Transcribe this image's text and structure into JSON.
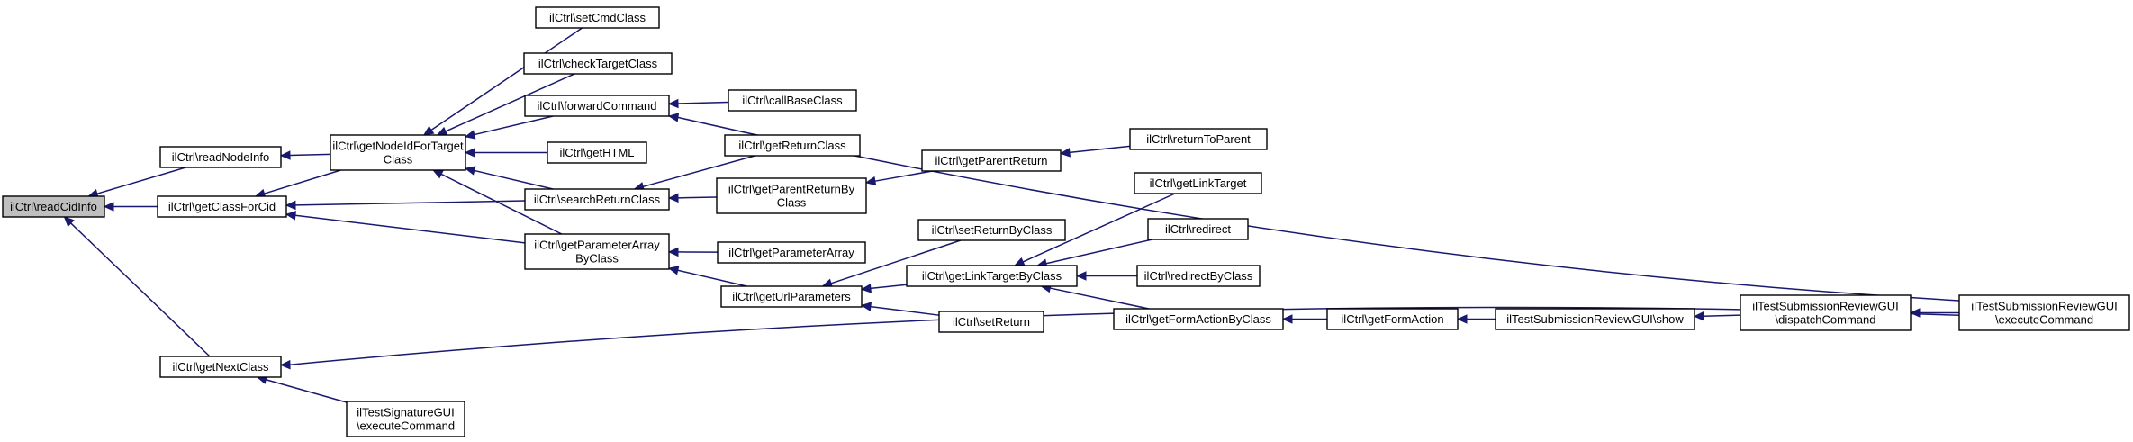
{
  "nodes": [
    {
      "id": "readCidInfo",
      "lines": [
        "ilCtrl\\readCidInfo"
      ],
      "root": true
    },
    {
      "id": "readNodeInfo",
      "lines": [
        "ilCtrl\\readNodeInfo"
      ]
    },
    {
      "id": "getClassForCid",
      "lines": [
        "ilCtrl\\getClassForCid"
      ]
    },
    {
      "id": "getNextClass",
      "lines": [
        "ilCtrl\\getNextClass"
      ]
    },
    {
      "id": "getNodeIdForTargetClass",
      "lines": [
        "ilCtrl\\getNodeIdForTarget",
        "Class"
      ]
    },
    {
      "id": "tsgExecuteCommand",
      "lines": [
        "ilTestSignatureGUI",
        "\\executeCommand"
      ]
    },
    {
      "id": "setCmdClass",
      "lines": [
        "ilCtrl\\setCmdClass"
      ]
    },
    {
      "id": "checkTargetClass",
      "lines": [
        "ilCtrl\\checkTargetClass"
      ]
    },
    {
      "id": "forwardCommand",
      "lines": [
        "ilCtrl\\forwardCommand"
      ]
    },
    {
      "id": "getHTML",
      "lines": [
        "ilCtrl\\getHTML"
      ]
    },
    {
      "id": "searchReturnClass",
      "lines": [
        "ilCtrl\\searchReturnClass"
      ]
    },
    {
      "id": "getParameterArrayByClass",
      "lines": [
        "ilCtrl\\getParameterArray",
        "ByClass"
      ]
    },
    {
      "id": "callBaseClass",
      "lines": [
        "ilCtrl\\callBaseClass"
      ]
    },
    {
      "id": "getReturnClass",
      "lines": [
        "ilCtrl\\getReturnClass"
      ]
    },
    {
      "id": "getParentReturnByClass",
      "lines": [
        "ilCtrl\\getParentReturnBy",
        "Class"
      ]
    },
    {
      "id": "getParameterArray",
      "lines": [
        "ilCtrl\\getParameterArray"
      ]
    },
    {
      "id": "getUrlParameters",
      "lines": [
        "ilCtrl\\getUrlParameters"
      ]
    },
    {
      "id": "getParentReturn",
      "lines": [
        "ilCtrl\\getParentReturn"
      ]
    },
    {
      "id": "setReturnByClass",
      "lines": [
        "ilCtrl\\setReturnByClass"
      ]
    },
    {
      "id": "getLinkTargetByClass",
      "lines": [
        "ilCtrl\\getLinkTargetByClass"
      ]
    },
    {
      "id": "setReturn",
      "lines": [
        "ilCtrl\\setReturn"
      ]
    },
    {
      "id": "returnToParent",
      "lines": [
        "ilCtrl\\returnToParent"
      ]
    },
    {
      "id": "getLinkTarget",
      "lines": [
        "ilCtrl\\getLinkTarget"
      ]
    },
    {
      "id": "redirect",
      "lines": [
        "ilCtrl\\redirect"
      ]
    },
    {
      "id": "redirectByClass",
      "lines": [
        "ilCtrl\\redirectByClass"
      ]
    },
    {
      "id": "getFormActionByClass",
      "lines": [
        "ilCtrl\\getFormActionByClass"
      ]
    },
    {
      "id": "getFormAction",
      "lines": [
        "ilCtrl\\getFormAction"
      ]
    },
    {
      "id": "tsrShow",
      "lines": [
        "ilTestSubmissionReviewGUI\\show"
      ]
    },
    {
      "id": "tsrDispatchCommand",
      "lines": [
        "ilTestSubmissionReviewGUI",
        "\\dispatchCommand"
      ]
    },
    {
      "id": "tsrExecuteCommand",
      "lines": [
        "ilTestSubmissionReviewGUI",
        "\\executeCommand"
      ]
    }
  ],
  "edges": [
    {
      "from": "readNodeInfo",
      "to": "readCidInfo"
    },
    {
      "from": "getClassForCid",
      "to": "readCidInfo"
    },
    {
      "from": "getNextClass",
      "to": "readCidInfo"
    },
    {
      "from": "getNodeIdForTargetClass",
      "to": "readNodeInfo"
    },
    {
      "from": "getNodeIdForTargetClass",
      "to": "getClassForCid"
    },
    {
      "from": "searchReturnClass",
      "to": "getClassForCid"
    },
    {
      "from": "getParameterArrayByClass",
      "to": "getClassForCid"
    },
    {
      "from": "tsgExecuteCommand",
      "to": "getNextClass"
    },
    {
      "from": "tsrExecuteCommand",
      "to": "getNextClass"
    },
    {
      "from": "setCmdClass",
      "to": "getNodeIdForTargetClass"
    },
    {
      "from": "checkTargetClass",
      "to": "getNodeIdForTargetClass"
    },
    {
      "from": "forwardCommand",
      "to": "getNodeIdForTargetClass"
    },
    {
      "from": "getHTML",
      "to": "getNodeIdForTargetClass"
    },
    {
      "from": "searchReturnClass",
      "to": "getNodeIdForTargetClass"
    },
    {
      "from": "getParameterArrayByClass",
      "to": "getNodeIdForTargetClass"
    },
    {
      "from": "callBaseClass",
      "to": "forwardCommand"
    },
    {
      "from": "tsrExecuteCommand",
      "to": "forwardCommand"
    },
    {
      "from": "getReturnClass",
      "to": "searchReturnClass"
    },
    {
      "from": "getParentReturnByClass",
      "to": "searchReturnClass"
    },
    {
      "from": "getParameterArray",
      "to": "getParameterArrayByClass"
    },
    {
      "from": "getUrlParameters",
      "to": "getParameterArrayByClass"
    },
    {
      "from": "getParentReturn",
      "to": "getParentReturnByClass"
    },
    {
      "from": "returnToParent",
      "to": "getParentReturn"
    },
    {
      "from": "setReturnByClass",
      "to": "getUrlParameters"
    },
    {
      "from": "getLinkTargetByClass",
      "to": "getUrlParameters"
    },
    {
      "from": "setReturn",
      "to": "getUrlParameters"
    },
    {
      "from": "getLinkTarget",
      "to": "getLinkTargetByClass"
    },
    {
      "from": "redirect",
      "to": "getLinkTargetByClass"
    },
    {
      "from": "redirectByClass",
      "to": "getLinkTargetByClass"
    },
    {
      "from": "getFormActionByClass",
      "to": "getLinkTargetByClass"
    },
    {
      "from": "getFormAction",
      "to": "getFormActionByClass"
    },
    {
      "from": "tsrShow",
      "to": "getFormAction"
    },
    {
      "from": "tsrDispatchCommand",
      "to": "tsrShow"
    },
    {
      "from": "tsrExecuteCommand",
      "to": "tsrDispatchCommand"
    }
  ]
}
